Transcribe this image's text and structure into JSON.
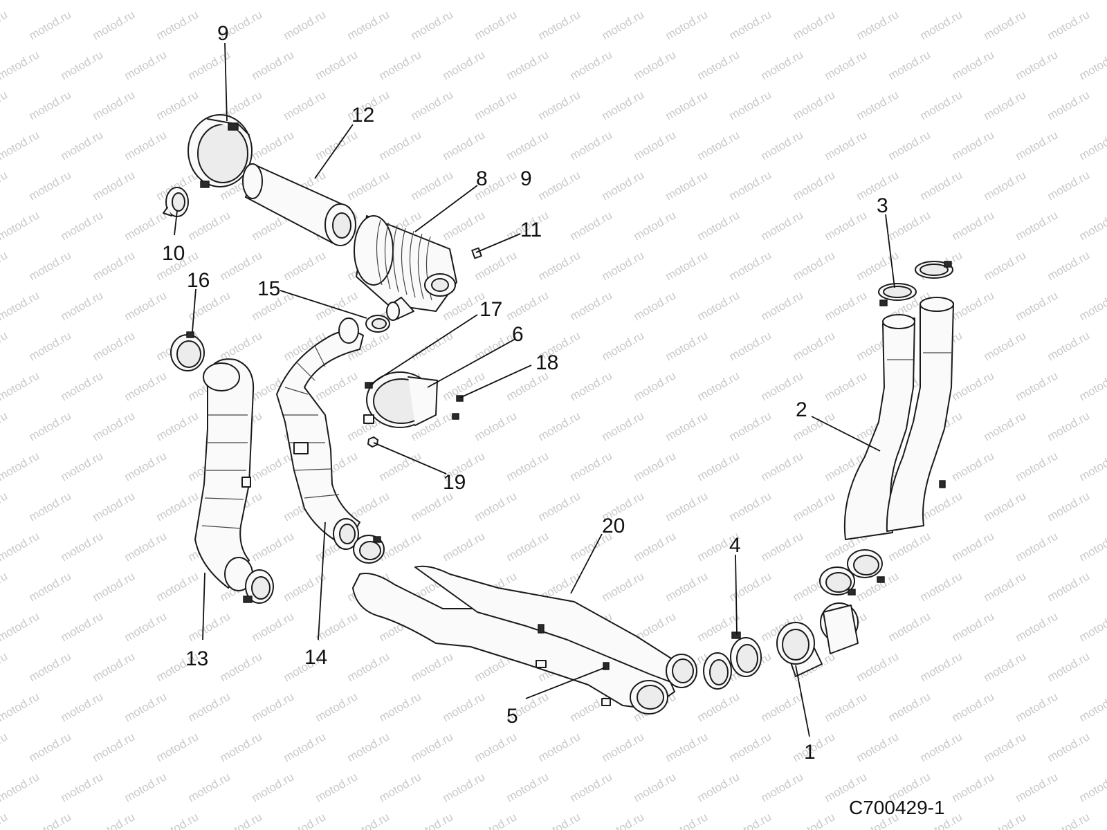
{
  "watermark": {
    "text": "motod.ru"
  },
  "callouts": {
    "c1": "1",
    "c2": "2",
    "c3": "3",
    "c4": "4",
    "c5": "5",
    "c6": "6",
    "c8": "8",
    "c9a": "9",
    "c9b": "9",
    "c10": "10",
    "c11": "11",
    "c12": "12",
    "c13": "13",
    "c14": "14",
    "c15": "15",
    "c16": "16",
    "c17": "17",
    "c18": "18",
    "c19": "19",
    "c20": "20"
  },
  "diagram_code": "C700429-1"
}
